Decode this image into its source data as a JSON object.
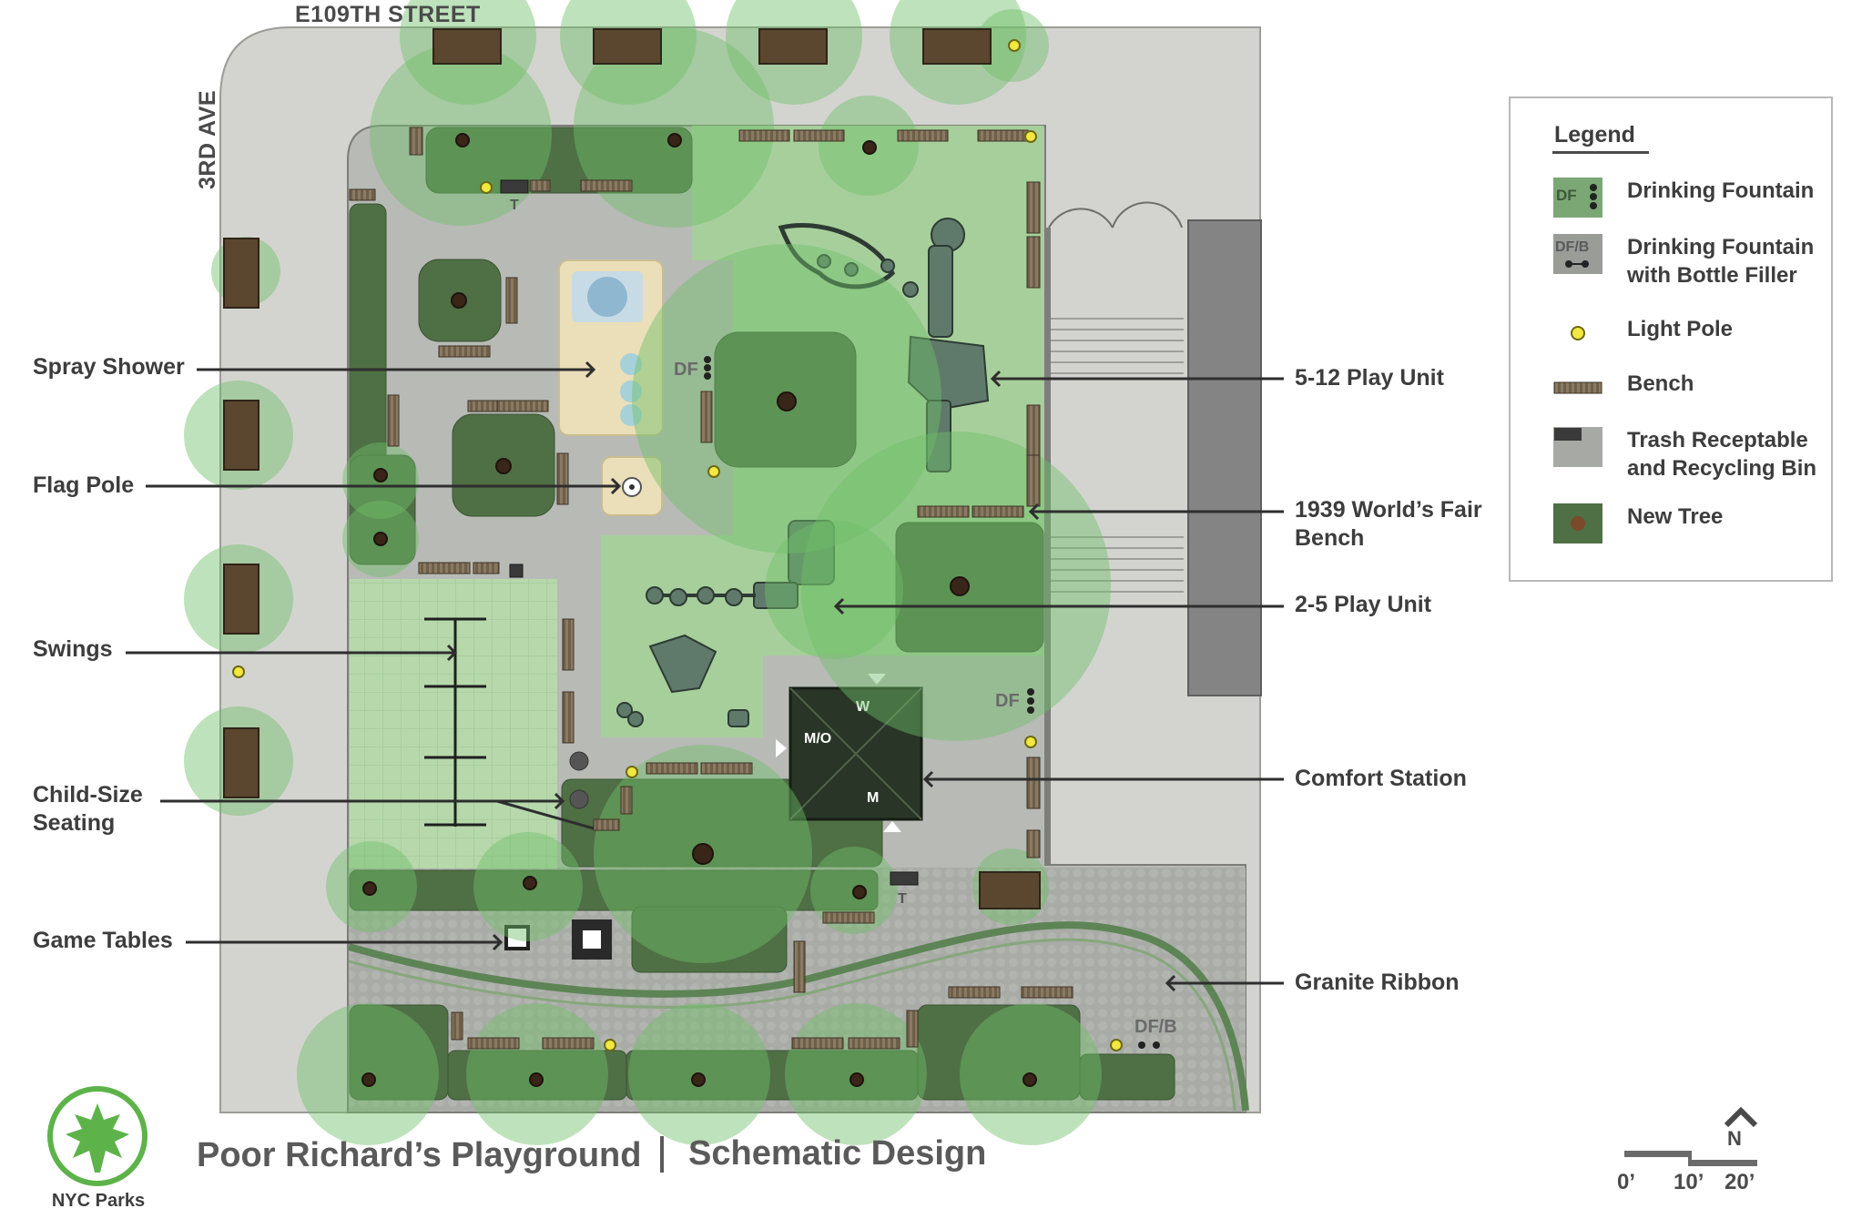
{
  "streets": {
    "north": "E109TH STREET",
    "west": "3RD AVE"
  },
  "callouts": {
    "spray_shower": "Spray Shower",
    "flag_pole": "Flag Pole",
    "swings": "Swings",
    "child_size_seating": "Child-Size\nSeating",
    "game_tables": "Game Tables",
    "play_unit_5_12": "5-12 Play Unit",
    "worlds_fair_bench": "1939 World’s Fair\nBench",
    "play_unit_2_5": "2-5 Play Unit",
    "comfort_station": "Comfort Station",
    "granite_ribbon": "Granite Ribbon"
  },
  "plan_labels": {
    "df": "DF",
    "dfb": "DF/B",
    "trash_t": "T",
    "restroom_w": "W",
    "restroom_mo": "M/O",
    "restroom_m": "M"
  },
  "legend": {
    "title": "Legend",
    "items": [
      {
        "label": "Drinking Fountain",
        "icon": "drinking-fountain-icon",
        "swatch_text": "DF"
      },
      {
        "label": "Drinking Fountain\nwith Bottle Filler",
        "icon": "bottle-filler-icon",
        "swatch_text": "DF/B"
      },
      {
        "label": "Light Pole",
        "icon": "light-pole-icon"
      },
      {
        "label": "Bench",
        "icon": "bench-icon"
      },
      {
        "label": "Trash Receptable\nand Recycling Bin",
        "icon": "trash-bin-icon"
      },
      {
        "label": "New Tree",
        "icon": "new-tree-icon"
      }
    ]
  },
  "title": {
    "park": "Poor Richard’s Playground",
    "phase": "Schematic Design"
  },
  "logo": {
    "text": "NYC Parks"
  },
  "scale": {
    "labels": [
      "0’",
      "10’",
      "20’"
    ],
    "north": "N"
  },
  "colors": {
    "sidewalk": "#d3d4cf",
    "paving": "#b8bab6",
    "play_green": "#a7cf9b",
    "planting": "#4f6f45",
    "tree_canopy": "#7ec27a",
    "building": "#848484",
    "structure": "#293627",
    "logo_green": "#5db34a"
  }
}
